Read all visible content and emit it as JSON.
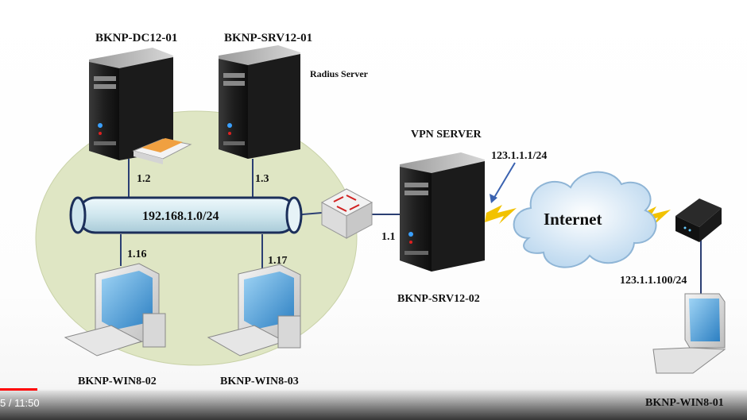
{
  "nodes": {
    "dc": "BKNP-DC12-01",
    "srv01": "BKNP-SRV12-01",
    "radius": "Radius Server",
    "vpn_title": "VPN SERVER",
    "srv02": "BKNP-SRV12-02",
    "win8_02": "BKNP-WIN8-02",
    "win8_03": "BKNP-WIN8-03",
    "win8_01": "BKNP-WIN8-01",
    "internet": "Internet"
  },
  "network": {
    "subnet": "192.168.1.0/24",
    "dc_ip": "1.2",
    "srv01_ip": "1.3",
    "win8_02_ip": "1.16",
    "win8_03_ip": "1.17",
    "vpn_lan_ip": "1.1",
    "vpn_wan_ip": "123.1.1.1/24",
    "client_ip": "123.1.1.100/24"
  },
  "player": {
    "time": "5 / 11:50",
    "progress": 0.05
  },
  "colors": {
    "lan_ellipse": "#dfe6c4",
    "pipe": "#cfe7ee",
    "pipe_stroke": "#1c2f5a",
    "link": "#2b3f73",
    "lightning": "#f2c200",
    "cloud": "#cfe3f3",
    "progress": "#ff0000"
  }
}
